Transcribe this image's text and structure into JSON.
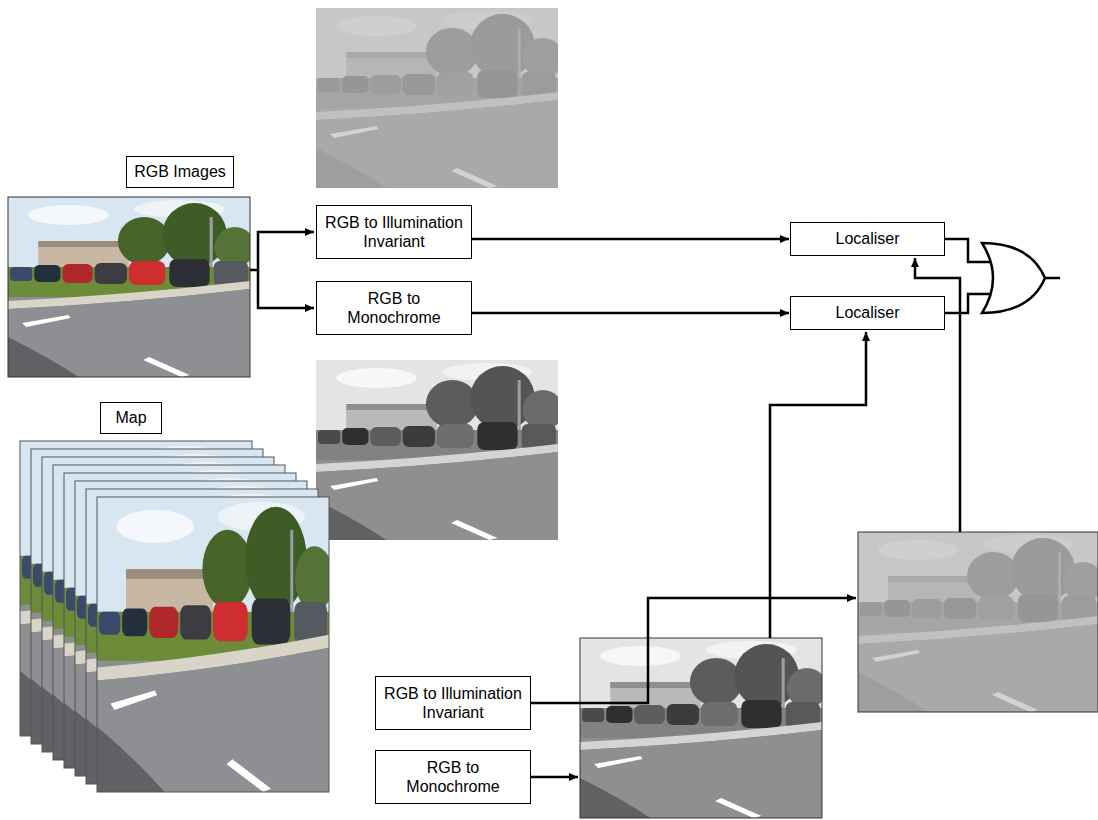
{
  "diagram": {
    "nodes": [
      {
        "text": [
          "RGB Images"
        ]
      },
      {
        "text": [
          "RGB to Illumination Invariant"
        ]
      },
      {
        "text": [
          "RGB to Monochrome"
        ]
      },
      {
        "text": [
          "Localiser"
        ]
      },
      {
        "text": [
          "Localiser"
        ]
      },
      {
        "text": [
          "Map"
        ]
      },
      {
        "text": [
          "RGB to Illumination Invariant"
        ]
      },
      {
        "text": [
          "RGB to Monochrome"
        ]
      }
    ],
    "edges": [
      {
        "from": 1,
        "to": 3,
        "arrow": "to"
      },
      {
        "from": 2,
        "to": 4,
        "arrow": "to"
      }
    ]
  }
}
